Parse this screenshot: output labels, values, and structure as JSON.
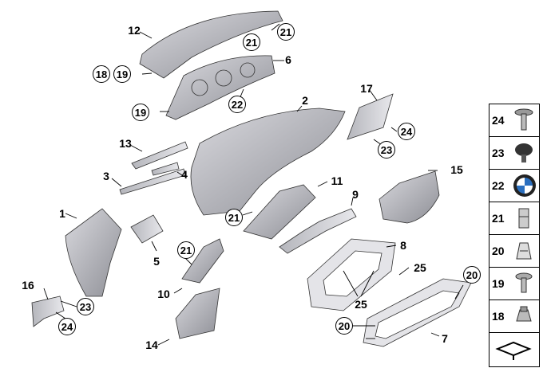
{
  "labels": {
    "l1": "1",
    "l2": "2",
    "l3": "3",
    "l4": "4",
    "l5": "5",
    "l6": "6",
    "l7": "7",
    "l8": "8",
    "l9": "9",
    "l10": "10",
    "l11": "11",
    "l12": "12",
    "l13": "13",
    "l14": "14",
    "l15": "15",
    "l16": "16",
    "l17": "17"
  },
  "circled": {
    "c21a": "21",
    "c21b": "21",
    "c18": "18",
    "c19a": "19",
    "c22": "22",
    "c19b": "19",
    "c24a": "24",
    "c23a": "23",
    "c21c": "21",
    "c21d": "21",
    "c23b": "23",
    "c24b": "24",
    "c20a": "20",
    "c20b": "20"
  },
  "plain_25": {
    "a": "25",
    "b": "25"
  },
  "legend": [
    "24",
    "23",
    "22",
    "21",
    "20",
    "19",
    "18"
  ]
}
